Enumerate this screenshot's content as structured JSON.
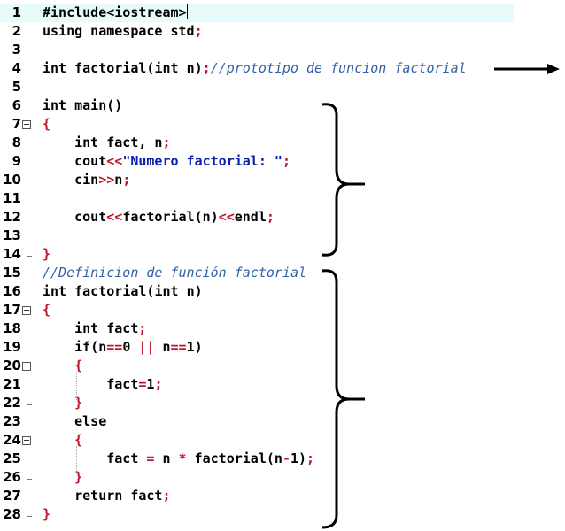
{
  "editor": {
    "lines": [
      {
        "n": "1",
        "tokens": [
          [
            "pp",
            "#include<iostream>"
          ]
        ],
        "cursor": true,
        "current": true
      },
      {
        "n": "2",
        "tokens": [
          [
            "kw",
            "using namespace "
          ],
          [
            "pl",
            "std"
          ],
          [
            "op",
            ";"
          ]
        ]
      },
      {
        "n": "3",
        "tokens": []
      },
      {
        "n": "4",
        "tokens": [
          [
            "kw",
            "int "
          ],
          [
            "pl",
            "factorial("
          ],
          [
            "kw",
            "int "
          ],
          [
            "pl",
            "n)"
          ],
          [
            "op",
            ";"
          ],
          [
            "cmt",
            "//prototipo de funcion factorial"
          ]
        ]
      },
      {
        "n": "5",
        "tokens": []
      },
      {
        "n": "6",
        "tokens": [
          [
            "kw",
            "int "
          ],
          [
            "pl",
            "main()"
          ]
        ]
      },
      {
        "n": "7",
        "tokens": [
          [
            "op",
            "{"
          ]
        ]
      },
      {
        "n": "8",
        "tokens": [
          [
            "pl",
            "    "
          ],
          [
            "kw",
            "int "
          ],
          [
            "pl",
            "fact, n"
          ],
          [
            "op",
            ";"
          ]
        ]
      },
      {
        "n": "9",
        "tokens": [
          [
            "pl",
            "    cout"
          ],
          [
            "op",
            "<<"
          ],
          [
            "str",
            "\"Numero factorial: \""
          ],
          [
            "op",
            ";"
          ]
        ]
      },
      {
        "n": "10",
        "tokens": [
          [
            "pl",
            "    cin"
          ],
          [
            "op",
            ">>"
          ],
          [
            "pl",
            "n"
          ],
          [
            "op",
            ";"
          ]
        ]
      },
      {
        "n": "11",
        "tokens": []
      },
      {
        "n": "12",
        "tokens": [
          [
            "pl",
            "    cout"
          ],
          [
            "op",
            "<<"
          ],
          [
            "pl",
            "factorial(n)"
          ],
          [
            "op",
            "<<"
          ],
          [
            "pl",
            "endl"
          ],
          [
            "op",
            ";"
          ]
        ]
      },
      {
        "n": "13",
        "tokens": []
      },
      {
        "n": "14",
        "tokens": [
          [
            "op",
            "}"
          ]
        ]
      },
      {
        "n": "15",
        "tokens": [
          [
            "cmt",
            "//Definicion de función factorial"
          ]
        ]
      },
      {
        "n": "16",
        "tokens": [
          [
            "kw",
            "int "
          ],
          [
            "pl",
            "factorial("
          ],
          [
            "kw",
            "int "
          ],
          [
            "pl",
            "n)"
          ]
        ]
      },
      {
        "n": "17",
        "tokens": [
          [
            "op",
            "{"
          ]
        ]
      },
      {
        "n": "18",
        "tokens": [
          [
            "pl",
            "    "
          ],
          [
            "kw",
            "int "
          ],
          [
            "pl",
            "fact"
          ],
          [
            "op",
            ";"
          ]
        ]
      },
      {
        "n": "19",
        "tokens": [
          [
            "pl",
            "    "
          ],
          [
            "kw",
            "if"
          ],
          [
            "pl",
            "(n"
          ],
          [
            "op",
            "=="
          ],
          [
            "num",
            "0 "
          ],
          [
            "op",
            "||"
          ],
          [
            "pl",
            " n"
          ],
          [
            "op",
            "=="
          ],
          [
            "num",
            "1"
          ],
          [
            "pl",
            ")"
          ]
        ]
      },
      {
        "n": "20",
        "tokens": [
          [
            "pl",
            "    "
          ],
          [
            "op",
            "{"
          ]
        ]
      },
      {
        "n": "21",
        "tokens": [
          [
            "pl",
            "        fact"
          ],
          [
            "op",
            "="
          ],
          [
            "num",
            "1"
          ],
          [
            "op",
            ";"
          ]
        ]
      },
      {
        "n": "22",
        "tokens": [
          [
            "pl",
            "    "
          ],
          [
            "op",
            "}"
          ]
        ]
      },
      {
        "n": "23",
        "tokens": [
          [
            "pl",
            "    "
          ],
          [
            "kw",
            "else"
          ]
        ]
      },
      {
        "n": "24",
        "tokens": [
          [
            "pl",
            "    "
          ],
          [
            "op",
            "{"
          ]
        ]
      },
      {
        "n": "25",
        "tokens": [
          [
            "pl",
            "        fact "
          ],
          [
            "op",
            "="
          ],
          [
            "pl",
            " n "
          ],
          [
            "op",
            "*"
          ],
          [
            "pl",
            " factorial(n"
          ],
          [
            "op",
            "-"
          ],
          [
            "num",
            "1"
          ],
          [
            "pl",
            ")"
          ],
          [
            "op",
            ";"
          ]
        ]
      },
      {
        "n": "26",
        "tokens": [
          [
            "pl",
            "    "
          ],
          [
            "op",
            "}"
          ]
        ]
      },
      {
        "n": "27",
        "tokens": [
          [
            "pl",
            "    "
          ],
          [
            "kw",
            "return "
          ],
          [
            "pl",
            "fact"
          ],
          [
            "op",
            ";"
          ]
        ]
      },
      {
        "n": "28",
        "tokens": [
          [
            "op",
            "}"
          ]
        ]
      }
    ]
  },
  "annotations": {
    "arrow_icon": "right-arrow-icon",
    "brace_icon": "right-brace-icon"
  },
  "colors": {
    "keyword": "#000000",
    "operator": "#c0152a",
    "string": "#0b1fa8",
    "comment": "#3261a8",
    "current_line": "#e8fbfb"
  }
}
